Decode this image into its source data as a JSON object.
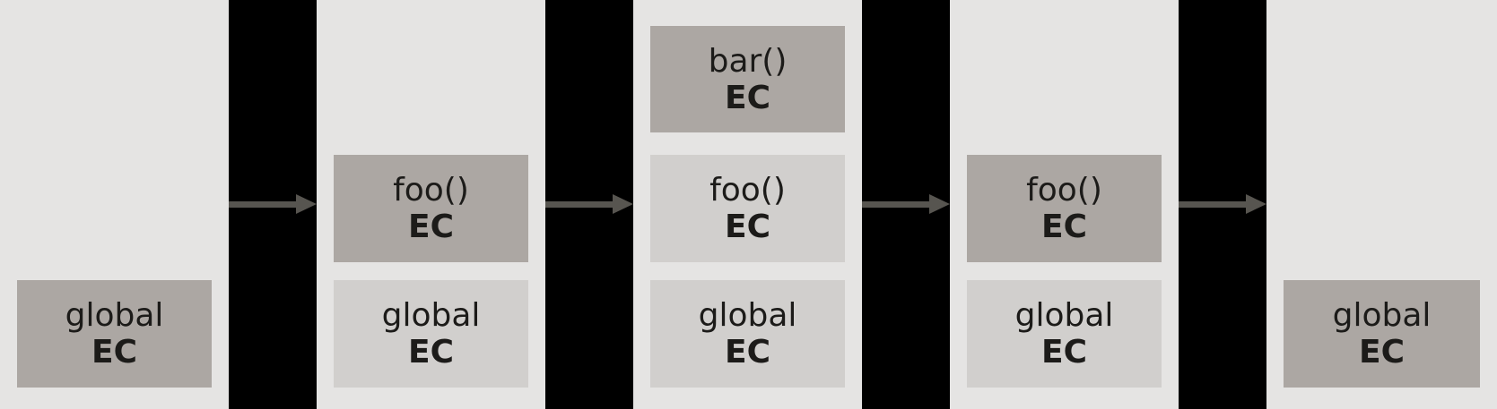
{
  "diagram_type": "execution-context-stack-flow",
  "ec_label": "EC",
  "colors": {
    "panel_bg": "#e5e4e3",
    "divider": "#000000",
    "active_box": "#aca7a3",
    "inactive_box": "#d1cfcd",
    "arrow": "#575550",
    "text": "#1c1b19"
  },
  "panels": [
    {
      "stack": [
        {
          "name": "global",
          "state": "active"
        }
      ]
    },
    {
      "stack": [
        {
          "name": "foo()",
          "state": "active"
        },
        {
          "name": "global",
          "state": "inactive"
        }
      ]
    },
    {
      "stack": [
        {
          "name": "bar()",
          "state": "active"
        },
        {
          "name": "foo()",
          "state": "inactive"
        },
        {
          "name": "global",
          "state": "inactive"
        }
      ]
    },
    {
      "stack": [
        {
          "name": "foo()",
          "state": "active"
        },
        {
          "name": "global",
          "state": "inactive"
        }
      ]
    },
    {
      "stack": [
        {
          "name": "global",
          "state": "active"
        }
      ]
    }
  ],
  "arrows": [
    {
      "direction": "right"
    },
    {
      "direction": "right"
    },
    {
      "direction": "right"
    },
    {
      "direction": "right"
    }
  ]
}
